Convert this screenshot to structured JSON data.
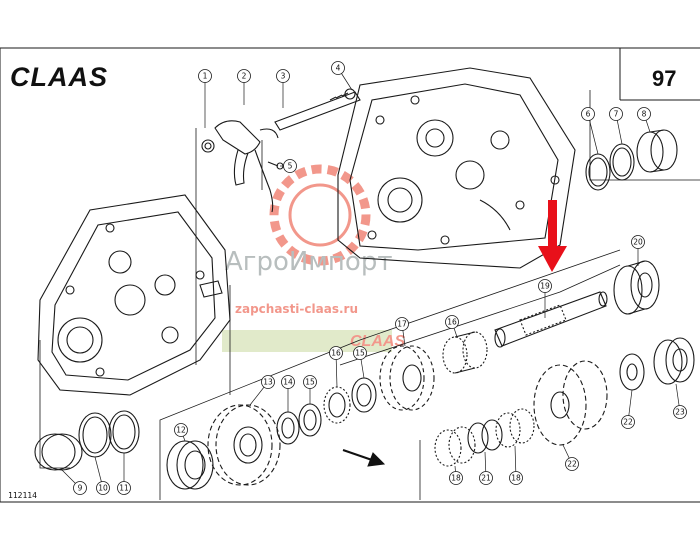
{
  "header": {
    "brand": "CLAAS",
    "page_number": "97"
  },
  "footer": {
    "drawing_ref": "112114"
  },
  "watermark": {
    "line1": "АгроИмпорт",
    "line2": "zapchasti-claas.ru",
    "line3": "CLAAS",
    "accent_color": "#e8432e"
  },
  "callouts": [
    {
      "n": "1"
    },
    {
      "n": "2"
    },
    {
      "n": "3"
    },
    {
      "n": "4"
    },
    {
      "n": "5"
    },
    {
      "n": "6"
    },
    {
      "n": "7"
    },
    {
      "n": "8"
    },
    {
      "n": "9"
    },
    {
      "n": "10"
    },
    {
      "n": "11"
    },
    {
      "n": "12"
    },
    {
      "n": "13"
    },
    {
      "n": "14"
    },
    {
      "n": "15"
    },
    {
      "n": "16"
    },
    {
      "n": "15"
    },
    {
      "n": "17"
    },
    {
      "n": "16"
    },
    {
      "n": "19"
    },
    {
      "n": "20"
    },
    {
      "n": "18"
    },
    {
      "n": "21"
    },
    {
      "n": "18"
    },
    {
      "n": "22"
    },
    {
      "n": "22"
    },
    {
      "n": "23"
    }
  ],
  "colors": {
    "ink": "#1a1a1a",
    "highlight_arrow": "#e8101a"
  }
}
